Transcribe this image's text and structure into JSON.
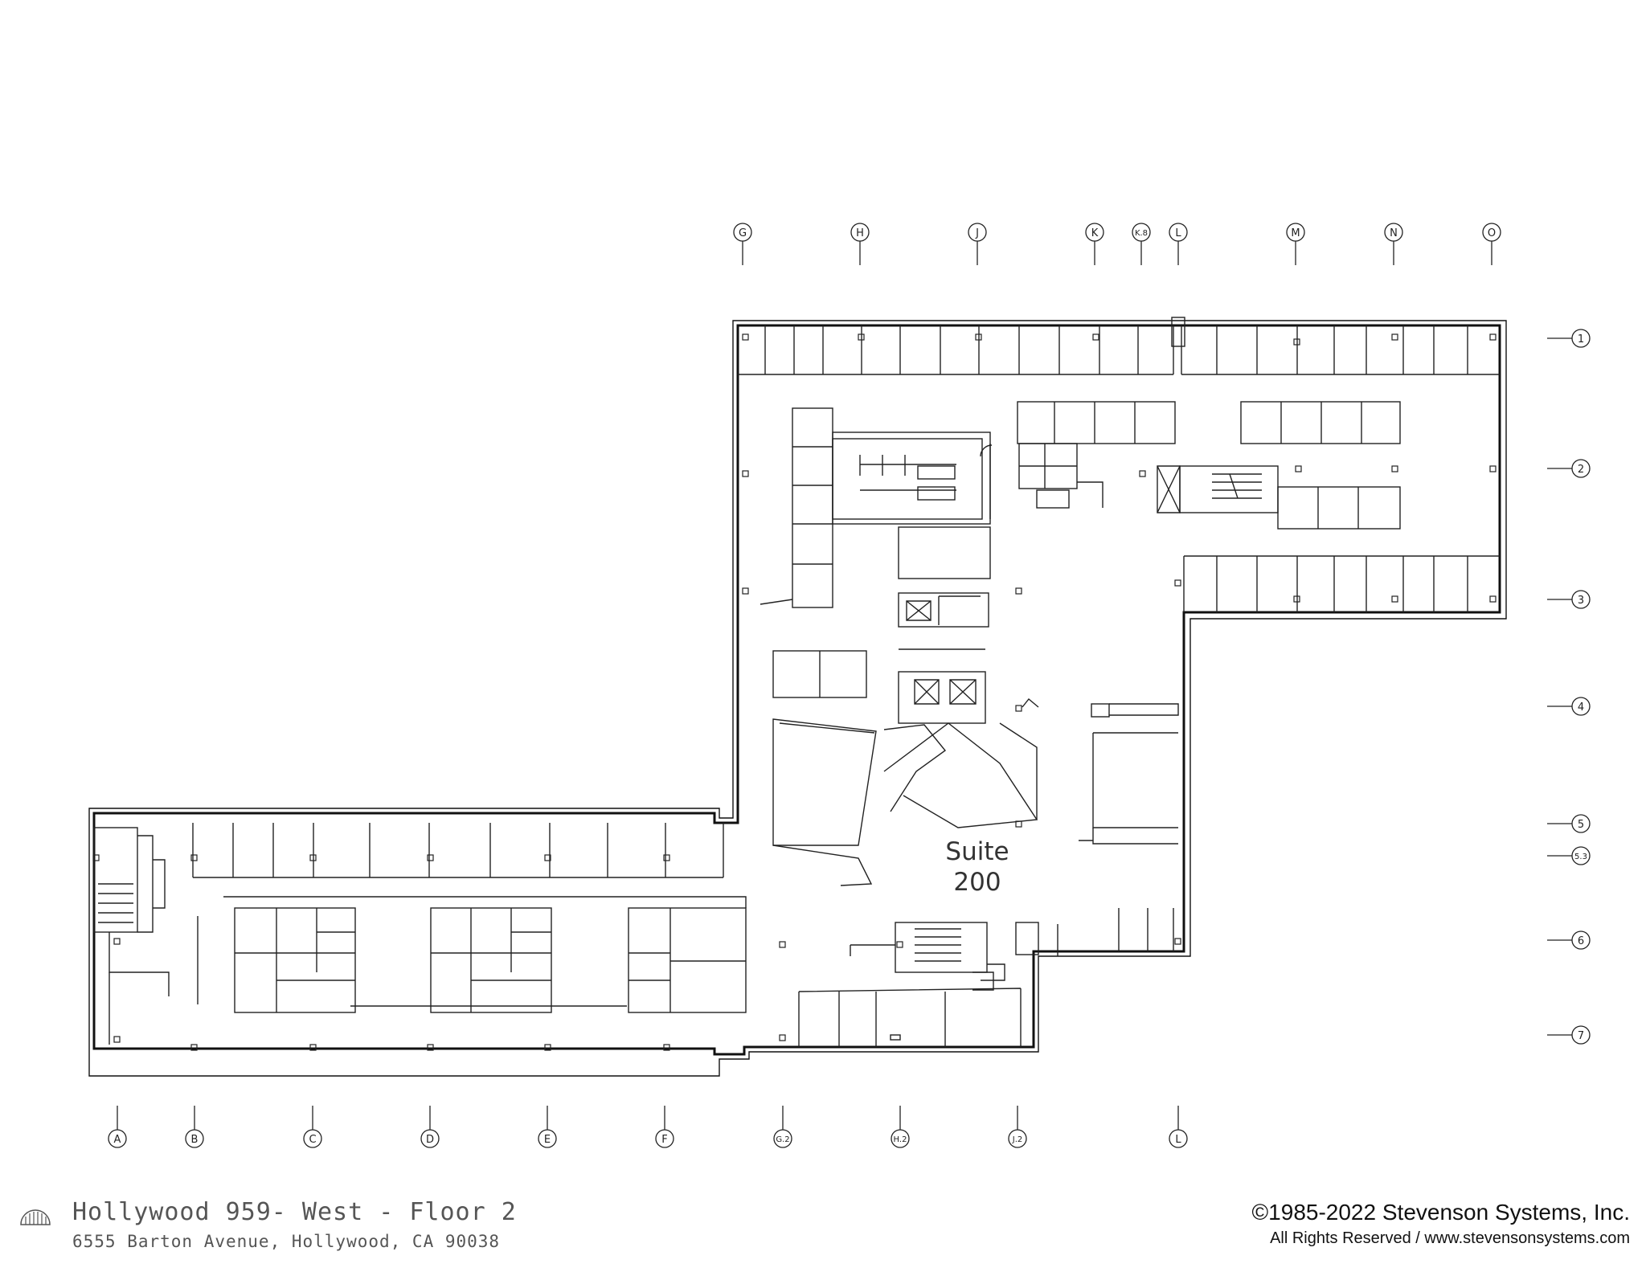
{
  "title_block": {
    "title": "Hollywood 959- West - Floor 2",
    "address": "6555 Barton Avenue, Hollywood, CA 90038"
  },
  "copyright": {
    "line1": "©1985-2022 Stevenson Systems, Inc.",
    "line2": "All Rights Reserved / www.stevensonsystems.com"
  },
  "suite_label": {
    "line1": "Suite",
    "line2": "200"
  },
  "grid_top": [
    "G",
    "H",
    "J",
    "K",
    "K.8",
    "L",
    "M",
    "N",
    "O"
  ],
  "grid_bottom": [
    "A",
    "B",
    "C",
    "D",
    "E",
    "F",
    "G.2",
    "H.2",
    "J.2",
    "L"
  ],
  "grid_right": [
    "1",
    "2",
    "3",
    "4",
    "5",
    "5.3",
    "6",
    "7"
  ]
}
